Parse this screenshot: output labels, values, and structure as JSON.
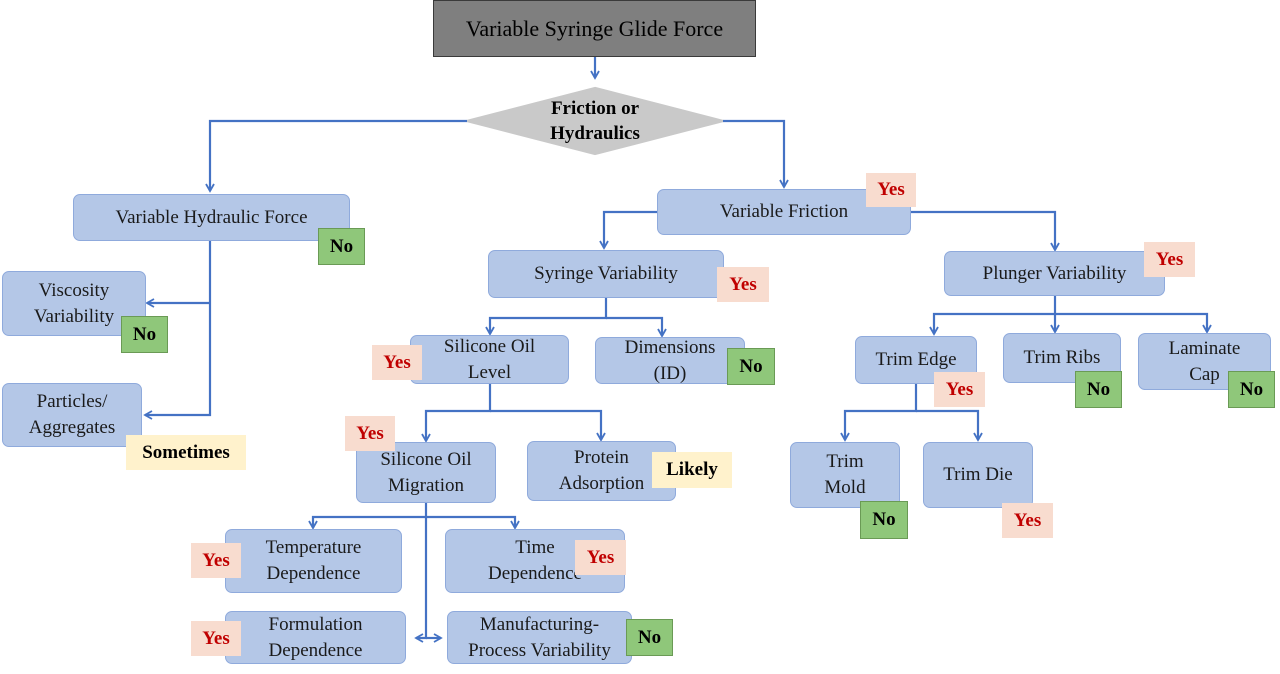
{
  "diagram": {
    "title": "Variable Syringe Glide Force",
    "decision": {
      "line1": "Friction or",
      "line2": "Hydraulics"
    },
    "nodes": {
      "hydraulic": "Variable Hydraulic Force",
      "viscosity_1": "Viscosity",
      "viscosity_2": "Variability",
      "particles_1": "Particles/",
      "particles_2": "Aggregates",
      "friction": "Variable Friction",
      "syringe": "Syringe Variability",
      "silicone_level_1": "Silicone Oil",
      "silicone_level_2": "Level",
      "dimensions_1": "Dimensions",
      "dimensions_2": "(ID)",
      "migration_1": "Silicone Oil",
      "migration_2": "Migration",
      "protein_1": "Protein",
      "protein_2": "Adsorption",
      "temperature_1": "Temperature",
      "temperature_2": "Dependence",
      "time_1": "Time",
      "time_2": "Dependence",
      "formulation_1": "Formulation",
      "formulation_2": "Dependence",
      "manufacturing_1": "Manufacturing-",
      "manufacturing_2": "Process Variability",
      "plunger": "Plunger Variability",
      "trim_edge": "Trim Edge",
      "trim_ribs": "Trim Ribs",
      "laminate_1": "Laminate",
      "laminate_2": "Cap",
      "trim_mold_1": "Trim",
      "trim_mold_2": "Mold",
      "trim_die": "Trim Die"
    },
    "badges": {
      "hydraulic": "No",
      "viscosity": "No",
      "particles": "Sometimes",
      "friction": "Yes",
      "syringe": "Yes",
      "silicone_level": "Yes",
      "dimensions": "No",
      "migration": "Yes",
      "protein": "Likely",
      "temperature": "Yes",
      "time": "Yes",
      "formulation": "Yes",
      "manufacturing": "No",
      "plunger": "Yes",
      "trim_edge": "Yes",
      "trim_ribs": "No",
      "laminate": "No",
      "trim_mold": "No",
      "trim_die": "Yes"
    },
    "colors": {
      "node_fill": "#b4c7e7",
      "node_border": "#8faadc",
      "connector": "#4472c4",
      "title_fill": "#7f7f7f",
      "decision_fill": "#c9c9c9",
      "yes_fill": "#f8dccf",
      "yes_text": "#c00000",
      "no_fill": "#8fc77a",
      "conditional_fill": "#fff2cc"
    }
  }
}
